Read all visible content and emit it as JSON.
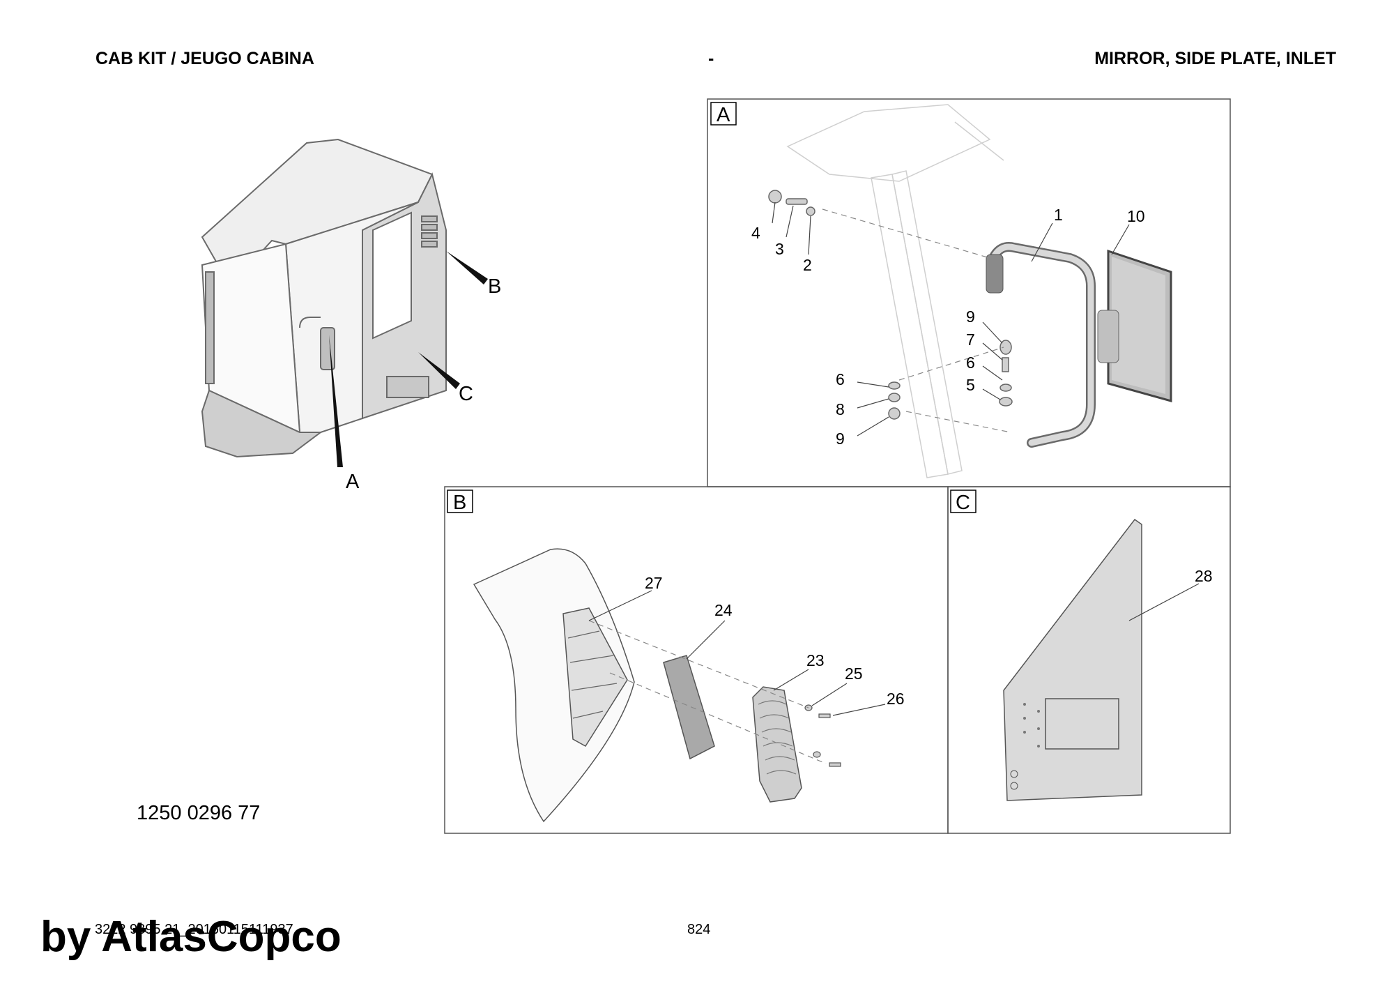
{
  "header": {
    "left": "CAB KIT / JEUGO CABINA",
    "center": "-",
    "right": "MIRROR, SIDE PLATE, INLET"
  },
  "overview": {
    "callouts": [
      "A",
      "B",
      "C"
    ]
  },
  "panels": {
    "A": {
      "label": "A",
      "parts": [
        "1",
        "10",
        "4",
        "3",
        "2",
        "9",
        "7",
        "6",
        "5",
        "6",
        "8",
        "9"
      ]
    },
    "B": {
      "label": "B",
      "parts": [
        "27",
        "24",
        "23",
        "25",
        "26"
      ]
    },
    "C": {
      "label": "C",
      "parts": [
        "28"
      ]
    }
  },
  "part_number": "1250 0296 77",
  "footer": {
    "code": "3222 9895 21_20160115111937",
    "page": "824"
  },
  "watermark": "by AtlasCopco"
}
